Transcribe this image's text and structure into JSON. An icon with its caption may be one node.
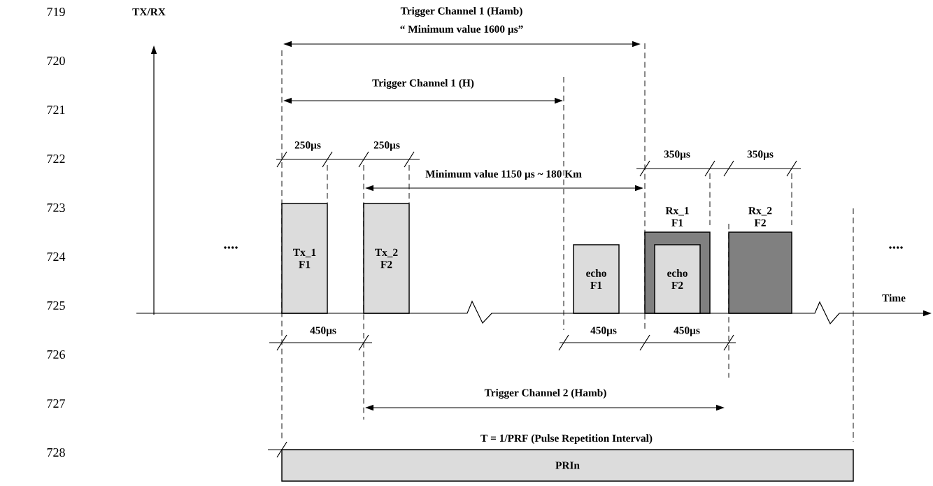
{
  "diagram": {
    "nodes": [
      {
        "text": [
          "Tx_1 F1"
        ]
      },
      {
        "text": [
          "Tx_2 F2"
        ]
      },
      {
        "text": [
          "echo F1"
        ]
      },
      {
        "text": [
          "Rx_1 F1"
        ]
      },
      {
        "text": [
          "echo F2"
        ],
        "in": 3
      },
      {
        "text": [
          "Rx_2 F2"
        ]
      },
      {
        "text": [
          "PRIn"
        ]
      }
    ],
    "edges": [],
    "labels": [
      "719",
      "TX/RX",
      "Trigger Channel 1 (Hamb)",
      "“ Minimum value 1600 µs”",
      "720",
      "Trigger Channel 1 (H)",
      "721",
      "722",
      "250µs",
      "250µs",
      "350µs",
      "350µs",
      "Minimum value 1150 µs ~ 180 Km",
      "723",
      "....",
      "....",
      "724",
      "Time",
      "725",
      "450µs",
      "450µs",
      "450µs",
      "726",
      "Trigger Channel 2 (Hamb)",
      "727",
      "T = 1/PRF (Pulse Repetition Interval)",
      "728"
    ]
  }
}
